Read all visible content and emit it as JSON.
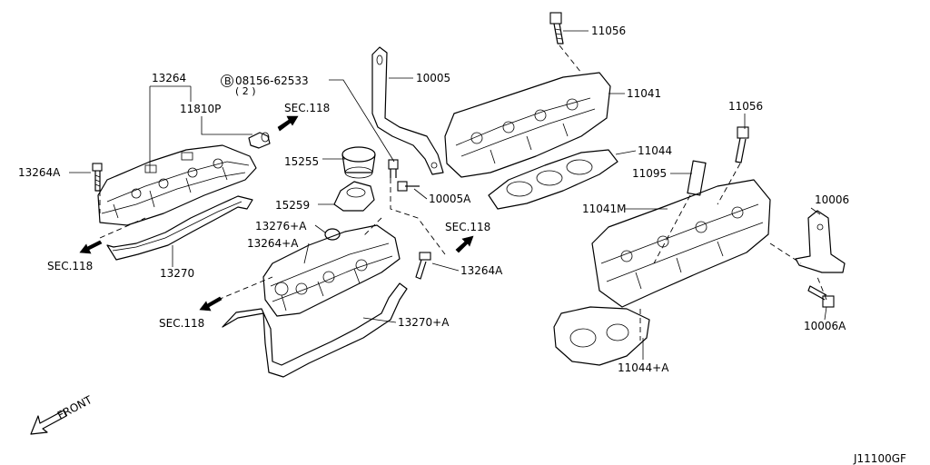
{
  "labels": {
    "p13264": "13264",
    "p11810p": "11810P",
    "p13264a_left": "13264A",
    "p13270": "13270",
    "p15255": "15255",
    "p15259": "15259",
    "p13276a": "13276+A",
    "p13264pa": "13264+A",
    "p13264a_mid": "13264A",
    "p13270a": "13270+A",
    "p10005": "10005",
    "p10005a": "10005A",
    "p08156_62533": "08156-62533",
    "p08156_qty": "( 2 )",
    "p08156_prefix": "B",
    "p11056_top": "11056",
    "p11041": "11041",
    "p11044": "11044",
    "p11095": "11095",
    "p11041m": "11041M",
    "p11056_right": "11056",
    "p10006": "10006",
    "p10006a": "10006A",
    "p11044a": "11044+A"
  },
  "section_refs": {
    "sec_top": "SEC.118",
    "sec_left": "SEC.118",
    "sec_mid_left": "SEC.118",
    "sec_mid_right": "SEC.118"
  },
  "front_indicator": "FRONT",
  "diagram_code": "J11100GF"
}
